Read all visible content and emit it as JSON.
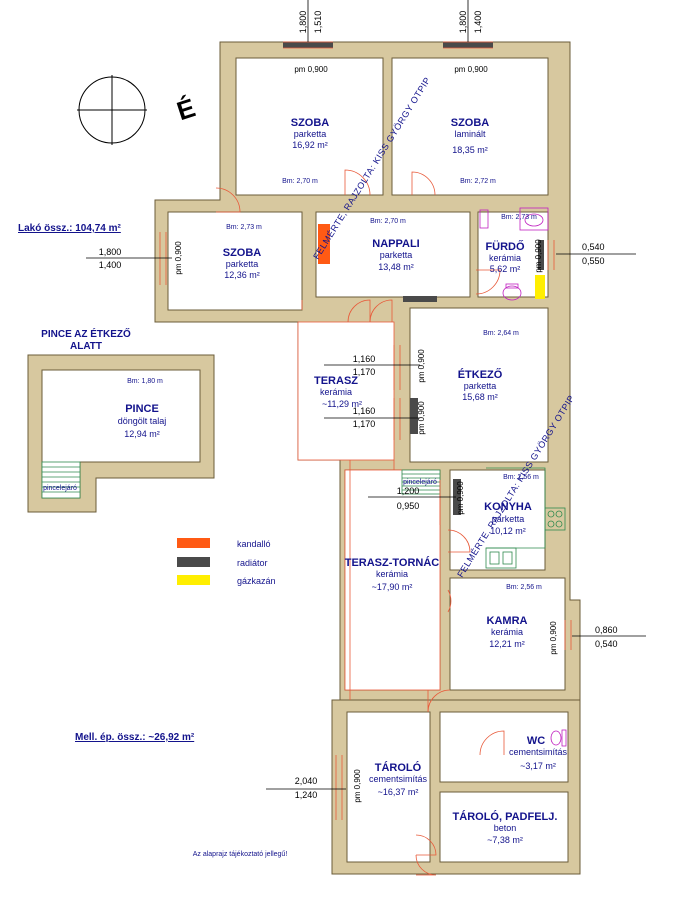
{
  "colors": {
    "wall": "#d7c89f",
    "fireplace": "#ff5a14",
    "radiator": "#4a4a4a",
    "boiler": "#ffee00",
    "text": "#13138c"
  },
  "rooms": {
    "szoba1": {
      "name": "SZOBA",
      "floor": "parketta",
      "area": "16,92 m²",
      "bm": "Bm: 2,70 m"
    },
    "szoba2": {
      "name": "SZOBA",
      "floor": "laminált",
      "area": "18,35 m²",
      "bm": "Bm: 2,72 m"
    },
    "szoba3": {
      "name": "SZOBA",
      "floor": "parketta",
      "area": "12,36 m²",
      "bm": "Bm: 2,73 m"
    },
    "nappali": {
      "name": "NAPPALI",
      "floor": "parketta",
      "area": "13,48 m²",
      "bm": "Bm: 2,70 m"
    },
    "furdo": {
      "name": "FÜRDŐ",
      "floor": "kerámia",
      "area": "5,62 m²",
      "bm": "Bm: 2,73 m"
    },
    "etkezo": {
      "name": "ÉTKEZŐ",
      "floor": "parketta",
      "area": "15,68 m²",
      "bm": "Bm: 2,64 m"
    },
    "terasz": {
      "name": "TERASZ",
      "floor": "kerámia",
      "area": "~11,29 m²"
    },
    "konyha": {
      "name": "KONYHA",
      "floor": "parketta",
      "area": "10,12 m²",
      "bm": "Bm: 2,56 m"
    },
    "terasz_tornac": {
      "name": "TERASZ-TORNÁC",
      "floor": "kerámia",
      "area": "~17,90 m²"
    },
    "kamra": {
      "name": "KAMRA",
      "floor": "kerámia",
      "area": "12,21 m²",
      "bm": "Bm: 2,56 m"
    },
    "wc": {
      "name": "WC",
      "floor": "cementsimítás",
      "area": "~3,17 m²"
    },
    "tarolo": {
      "name": "TÁROLÓ",
      "floor": "cementsimítás",
      "area": "~16,37 m²"
    },
    "tarolo_padfelj": {
      "name": "TÁROLÓ, PADFELJ.",
      "floor": "beton",
      "area": "~7,38 m²"
    },
    "pince": {
      "name": "PINCE",
      "floor": "döngölt talaj",
      "area": "12,94 m²",
      "bm": "Bm: 1,80 m"
    }
  },
  "labels": {
    "pince_title_1": "PINCE AZ ÉTKEZŐ",
    "pince_title_2": "ALATT",
    "lako_ossz": "Lakó össz.: 104,74 m²",
    "mell_ossz": "Mell. ép. össz.: ~26,92 m²",
    "footer_note": "Az alaprajz tájékoztató jellegű!",
    "watermark": "FELMÉRTE, RAJZOLTA: KISS GYÖRGY OTPIP",
    "pincelejaro": "pincelejáró",
    "north": "É"
  },
  "legend": [
    {
      "label": "kandalló",
      "color": "#ff5a14"
    },
    {
      "label": "radiátor",
      "color": "#4a4a4a"
    },
    {
      "label": "gázkazán",
      "color": "#ffee00"
    }
  ],
  "window_dims": {
    "top_left": [
      "1,800",
      "1,510"
    ],
    "top_right": [
      "1,800",
      "1,400"
    ],
    "left_szoba": [
      "1,800",
      "1,400"
    ],
    "furdo": [
      "0,540",
      "0,550"
    ],
    "terasz_upper": [
      "1,160",
      "1,170"
    ],
    "terasz_lower": [
      "1,160",
      "1,170"
    ],
    "konyha": [
      "1,200",
      "0,950"
    ],
    "kamra": [
      "0,860",
      "0,540"
    ],
    "tarolo": [
      "2,040",
      "1,240"
    ]
  },
  "pm_label": "pm 0,900"
}
